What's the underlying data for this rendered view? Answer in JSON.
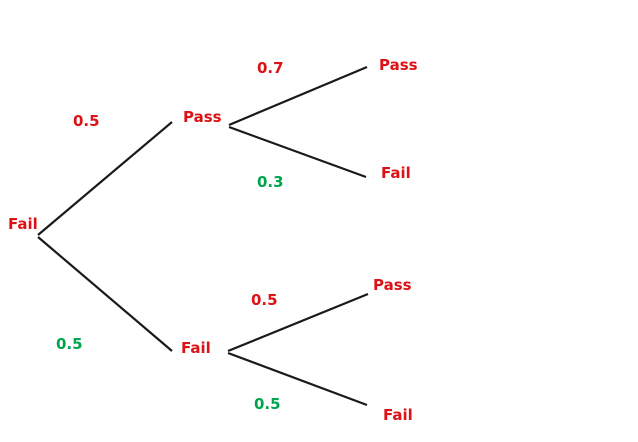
{
  "diagram": {
    "type": "probability-tree",
    "background_color": "#ffffff",
    "line_color": "#1a1a1a",
    "node_label_color": "#dd1217",
    "first_prob_color": "#dd1217",
    "second_prob_color": "#00a44f",
    "root": {
      "label": "Fail"
    },
    "branches": [
      {
        "probability": "0.5",
        "node": "Pass",
        "children": [
          {
            "probability": "0.7",
            "node": "Pass"
          },
          {
            "probability": "0.3",
            "node": "Fail"
          }
        ]
      },
      {
        "probability": "0.5",
        "node": "Fail",
        "children": [
          {
            "probability": "0.5",
            "node": "Pass"
          },
          {
            "probability": "0.5",
            "node": "Fail"
          }
        ]
      }
    ]
  }
}
